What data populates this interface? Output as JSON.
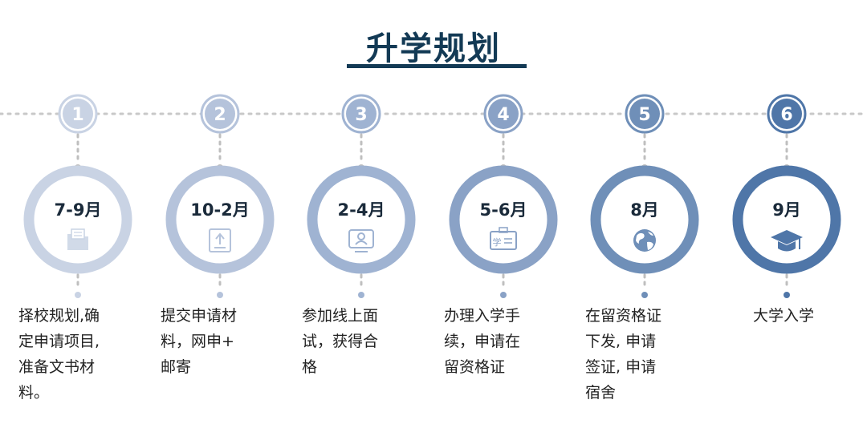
{
  "title": "升学规划",
  "steps": [
    {
      "number": "1",
      "month": "7-9月",
      "icon": "folder-icon",
      "description": "择校规划,确\n定申请项目,\n准备文书材\n料。",
      "color": "#c9d3e4"
    },
    {
      "number": "2",
      "month": "10-2月",
      "icon": "upload-document-icon",
      "description": "提交申请材\n料，网申+\n邮寄",
      "color": "#b5c3db"
    },
    {
      "number": "3",
      "month": "2-4月",
      "icon": "video-interview-icon",
      "description": "参加线上面\n试，获得合\n格",
      "color": "#9fb3d2"
    },
    {
      "number": "4",
      "month": "5-6月",
      "icon": "student-id-card-icon",
      "description": "办理入学手\n续，申请在\n留资格证",
      "color": "#8aa2c6"
    },
    {
      "number": "5",
      "month": "8月",
      "icon": "globe-icon",
      "description": "在留资格证\n下发, 申请\n签证, 申请\n宿舍",
      "color": "#6f8fb8"
    },
    {
      "number": "6",
      "month": "9月",
      "icon": "graduation-cap-icon",
      "description": "大学入学",
      "color": "#4f76a8"
    }
  ],
  "id_card_text": "学"
}
